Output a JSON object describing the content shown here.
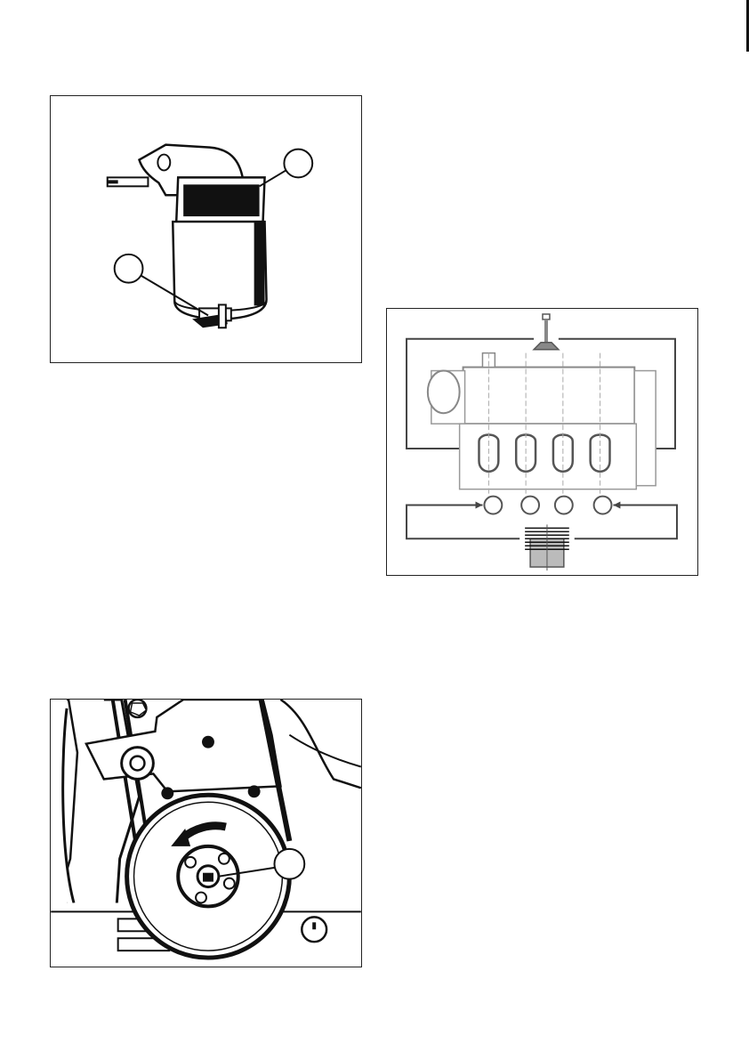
{
  "page": {
    "figures": [
      {
        "id": "fuel-filter-figure",
        "callouts": [
          "",
          ""
        ]
      },
      {
        "id": "valve-adjustment-diagram",
        "callouts": [
          "",
          "",
          "",
          ""
        ]
      },
      {
        "id": "crankshaft-pulley-figure",
        "callouts": [
          ""
        ],
        "rotation_direction": "counter-clockwise"
      }
    ]
  }
}
